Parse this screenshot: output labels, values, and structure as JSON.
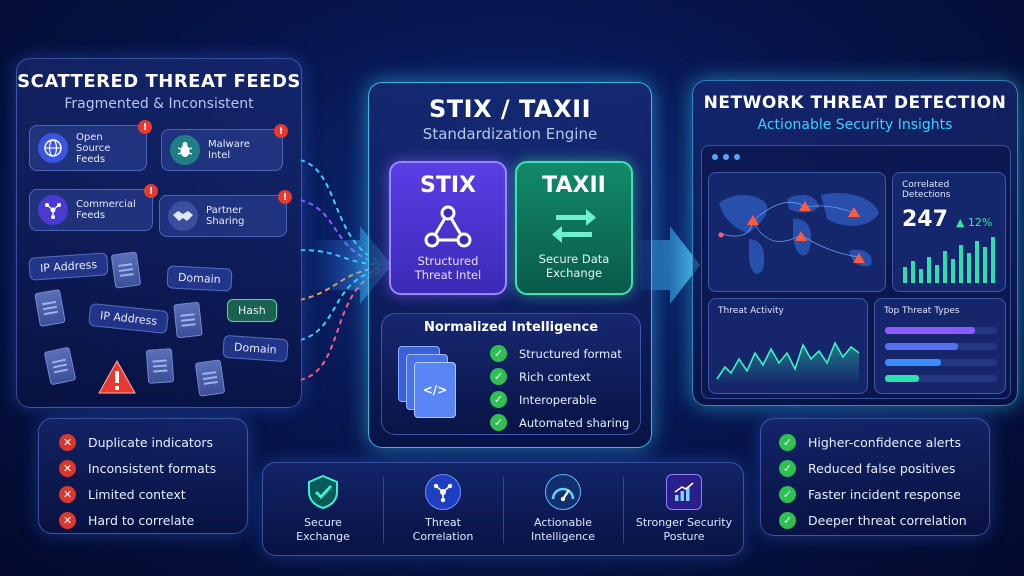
{
  "left": {
    "title": "SCATTERED THREAT FEEDS",
    "subtitle": "Fragmented & Inconsistent",
    "feeds": [
      {
        "label": "Open Source Feeds",
        "icon": "globe-icon"
      },
      {
        "label": "Malware Intel",
        "icon": "bug-icon"
      },
      {
        "label": "Commercial Feeds",
        "icon": "network-icon"
      },
      {
        "label": "Partner Sharing",
        "icon": "handshake-icon"
      }
    ],
    "alert_symbol": "!",
    "tags": [
      "IP Address",
      "Domain",
      "IP Address",
      "Hash",
      "Domain"
    ],
    "problems": [
      "Duplicate indicators",
      "Inconsistent formats",
      "Limited context",
      "Hard to correlate"
    ]
  },
  "center": {
    "title": "STIX / TAXII",
    "subtitle": "Standardization Engine",
    "stix": {
      "title": "STIX",
      "label": "Structured Threat Intel"
    },
    "taxii": {
      "title": "TAXII",
      "label": "Secure Data Exchange"
    },
    "normalized": {
      "title": "Normalized Intelligence",
      "items": [
        "Structured format",
        "Rich context",
        "Interoperable",
        "Automated sharing"
      ],
      "code_symbol": "</>"
    }
  },
  "right": {
    "title": "NETWORK THREAT DETECTION",
    "subtitle": "Actionable Security Insights",
    "correlated": {
      "label": "Correlated Detections",
      "value": "247",
      "change": "▲ 12%"
    },
    "activity_label": "Threat Activity",
    "top_types_label": "Top Threat Types",
    "top_types_levels": [
      0.8,
      0.65,
      0.5,
      0.3
    ],
    "benefits": [
      "Higher-confidence alerts",
      "Reduced false positives",
      "Faster incident response",
      "Deeper threat correlation"
    ]
  },
  "bottom": {
    "items": [
      {
        "label": "Secure Exchange",
        "icon": "shield-check-icon"
      },
      {
        "label": "Threat Correlation",
        "icon": "graph-nodes-icon"
      },
      {
        "label": "Actionable Intelligence",
        "icon": "gauge-icon"
      },
      {
        "label": "Stronger Security Posture",
        "icon": "bar-chart-icon"
      }
    ]
  },
  "colors": {
    "accent_cyan": "#3fd0ff",
    "stix_purple": "#6a4df0",
    "taxii_green": "#1fbf8f",
    "alert_red": "#e8392e",
    "success_green": "#2fbf52"
  }
}
